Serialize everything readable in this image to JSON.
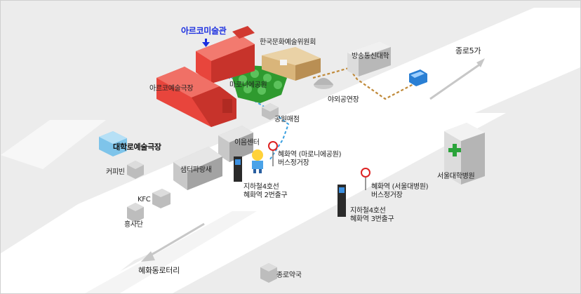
{
  "map": {
    "highlight": "아르코미술관",
    "labels": {
      "arko_theater": "아르코예술극장",
      "arts_council": "한국문화예술위원회",
      "broadcasting_univ": "방송통신대학",
      "jongno5ga": "종로5가",
      "marronnier_park": "마로니에공원",
      "outdoor_stage": "야외공연장",
      "park_store": "공원매점",
      "daehakro_theater": "대학로예술극장",
      "coffee_bean": "커피빈",
      "ieum_center": "이음센터",
      "bus_stop_marronnier": "혜화역 (마로니에공원)\n버스정거장",
      "samter": "샘터파랑새",
      "subway_exit2": "지하철4호선\n혜화역 2번출구",
      "kfc": "KFC",
      "heungsadan": "흥사단",
      "seoul_hospital": "서울대학병원",
      "bus_stop_hospital": "혜화역 (서울대병원)\n버스정거장",
      "subway_exit3": "지하철4호선\n혜화역 3번출구",
      "hyehwa_rotary": "혜화동로터리",
      "jongno_pharmacy": "종로약국"
    },
    "colors": {
      "highlight_text": "#1a2ee0",
      "arko_building": "#e8453c",
      "road": "#ffffff",
      "ground": "#ececec",
      "walk_route": "#3aa0e0",
      "bus_route": "#c08a3a",
      "park": "#2f9a2f"
    },
    "icons": [
      "bus-stop-icon",
      "bus-stop-icon",
      "subway-sign-icon",
      "subway-sign-icon",
      "guide-character-icon",
      "down-arrow-icon",
      "bus-icon",
      "hospital-cross-icon"
    ]
  }
}
